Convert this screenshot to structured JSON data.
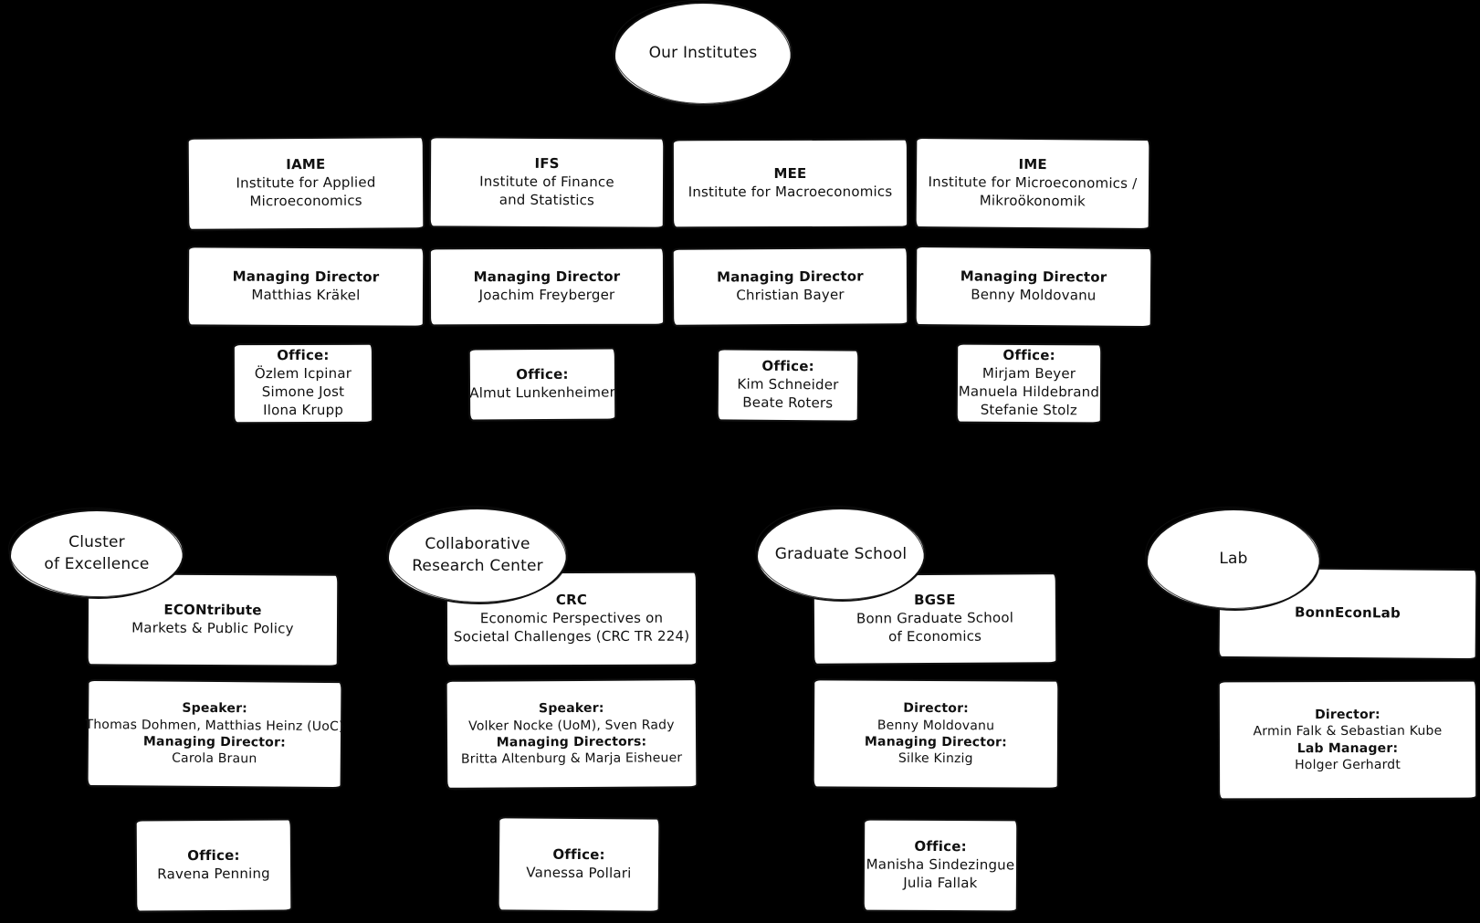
{
  "theme": {
    "background": "#000000",
    "shape_fill": "#ffffff",
    "stroke": "#101010"
  },
  "root_bubble": {
    "label": "Our Institutes"
  },
  "institutes": [
    {
      "abbr": "IAME",
      "name_lines": [
        "Institute for Applied",
        "Microeconomics"
      ],
      "md_title": "Managing Director",
      "md_name": "Matthias Kräkel",
      "office_label": "Office:",
      "office_names": [
        "Özlem Icpinar",
        "Simone Jost",
        "Ilona Krupp"
      ]
    },
    {
      "abbr": "IFS",
      "name_lines": [
        "Institute of Finance",
        "and Statistics"
      ],
      "md_title": "Managing Director",
      "md_name": "Joachim Freyberger",
      "office_label": "Office:",
      "office_names": [
        "Almut Lunkenheimer"
      ]
    },
    {
      "abbr": "MEE",
      "name_lines": [
        "Institute for Macroeconomics"
      ],
      "md_title": "Managing Director",
      "md_name": "Christian Bayer",
      "office_label": "Office:",
      "office_names": [
        "Kim Schneider",
        "Beate Roters"
      ]
    },
    {
      "abbr": "IME",
      "name_lines": [
        "Institute for Microeconomics /",
        "Mikroökonomik"
      ],
      "md_title": "Managing Director",
      "md_name": "Benny Moldovanu",
      "office_label": "Office:",
      "office_names": [
        "Mirjam Beyer",
        "Manuela Hildebrand",
        "Stefanie Stolz"
      ]
    }
  ],
  "groups": [
    {
      "bubble_lines": [
        "Cluster",
        "of Excellence"
      ],
      "unit_title": "ECONtribute",
      "unit_lines": [
        "Markets & Public Policy"
      ],
      "role1_label": "Speaker:",
      "role1_names": "Thomas Dohmen, Matthias Heinz (UoC)",
      "role2_label": "Managing Director:",
      "role2_names": "Carola Braun",
      "office_label": "Office:",
      "office_names": [
        "Ravena Penning"
      ]
    },
    {
      "bubble_lines": [
        "Collaborative",
        "Research Center"
      ],
      "unit_title": "CRC",
      "unit_lines": [
        "Economic Perspectives on",
        "Societal Challenges (CRC TR 224)"
      ],
      "role1_label": "Speaker:",
      "role1_names": "Volker Nocke (UoM), Sven Rady",
      "role2_label": "Managing Directors:",
      "role2_names": "Britta Altenburg & Marja Eisheuer",
      "office_label": "Office:",
      "office_names": [
        "Vanessa Pollari"
      ]
    },
    {
      "bubble_lines": [
        "Graduate School"
      ],
      "unit_title": "BGSE",
      "unit_lines": [
        "Bonn Graduate School",
        "of Economics"
      ],
      "role1_label": "Director:",
      "role1_names": "Benny Moldovanu",
      "role2_label": "Managing Director:",
      "role2_names": "Silke Kinzig",
      "office_label": "Office:",
      "office_names": [
        "Manisha Sindezingue",
        "Julia Fallak"
      ]
    },
    {
      "bubble_lines": [
        "Lab"
      ],
      "unit_title": "BonnEconLab",
      "unit_lines": [],
      "role1_label": "Director:",
      "role1_names": "Armin Falk & Sebastian Kube",
      "role2_label": "Lab Manager:",
      "role2_names": "Holger Gerhardt"
    }
  ]
}
